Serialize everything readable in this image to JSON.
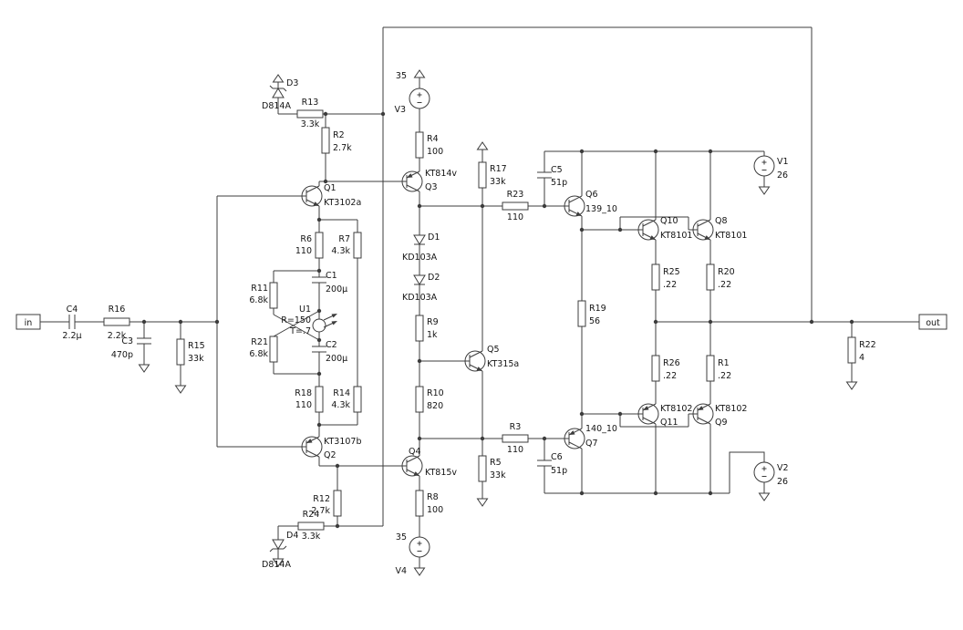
{
  "ports": {
    "in": "in",
    "out": "out"
  },
  "components": {
    "C4": {
      "name": "C4",
      "value": "2.2µ"
    },
    "R16": {
      "name": "R16",
      "value": "2.2k"
    },
    "C3": {
      "name": "C3",
      "value": "470p"
    },
    "R15": {
      "name": "R15",
      "value": "33k"
    },
    "D3": {
      "name": "D3",
      "value": "D814A"
    },
    "R13": {
      "name": "R13",
      "value": "3.3k"
    },
    "R2": {
      "name": "R2",
      "value": "2.7k"
    },
    "Q1": {
      "name": "Q1",
      "value": "KT3102a"
    },
    "R6": {
      "name": "R6",
      "value": "110"
    },
    "R7": {
      "name": "R7",
      "value": "4.3k"
    },
    "R11": {
      "name": "R11",
      "value": "6.8k"
    },
    "C1": {
      "name": "C1",
      "value": "200µ"
    },
    "U1": {
      "name": "U1",
      "value": "R=150",
      "value2": "T=.7"
    },
    "R21": {
      "name": "R21",
      "value": "6.8k"
    },
    "C2": {
      "name": "C2",
      "value": "200µ"
    },
    "R18": {
      "name": "R18",
      "value": "110"
    },
    "R14": {
      "name": "R14",
      "value": "4.3k"
    },
    "Q2": {
      "name": "Q2",
      "value": "KT3107b"
    },
    "R12": {
      "name": "R12",
      "value": "2.7k"
    },
    "R24": {
      "name": "R24",
      "value": "3.3k"
    },
    "D4": {
      "name": "D4",
      "value": "D814A"
    },
    "V3": {
      "name": "V3",
      "value": "35"
    },
    "R4": {
      "name": "R4",
      "value": "100"
    },
    "Q3": {
      "name": "Q3",
      "value": "KT814v"
    },
    "D1": {
      "name": "D1",
      "value": "KD103A"
    },
    "D2": {
      "name": "D2",
      "value": "KD103A"
    },
    "R9": {
      "name": "R9",
      "value": "1k"
    },
    "R10": {
      "name": "R10",
      "value": "820"
    },
    "Q4": {
      "name": "Q4",
      "value": "KT815v"
    },
    "R8": {
      "name": "R8",
      "value": "100"
    },
    "V4": {
      "name": "V4",
      "value": "35"
    },
    "R17": {
      "name": "R17",
      "value": "33k"
    },
    "R23": {
      "name": "R23",
      "value": "110"
    },
    "Q5": {
      "name": "Q5",
      "value": "KT315a"
    },
    "R5": {
      "name": "R5",
      "value": "33k"
    },
    "R3": {
      "name": "R3",
      "value": "110"
    },
    "C5": {
      "name": "C5",
      "value": "51p"
    },
    "C6": {
      "name": "C6",
      "value": "51p"
    },
    "Q6": {
      "name": "Q6",
      "value": "139_10"
    },
    "Q7": {
      "name": "Q7",
      "value": "140_10"
    },
    "R19": {
      "name": "R19",
      "value": "56"
    },
    "Q10": {
      "name": "Q10",
      "value": "KT8101"
    },
    "Q8": {
      "name": "Q8",
      "value": "KT8101"
    },
    "R25": {
      "name": "R25",
      "value": ".22"
    },
    "R20": {
      "name": "R20",
      "value": ".22"
    },
    "R26": {
      "name": "R26",
      "value": ".22"
    },
    "R1": {
      "name": "R1",
      "value": ".22"
    },
    "Q11": {
      "name": "Q11",
      "value": "KT8102"
    },
    "Q9": {
      "name": "Q9",
      "value": "KT8102"
    },
    "V1": {
      "name": "V1",
      "value": "26"
    },
    "V2": {
      "name": "V2",
      "value": "26"
    },
    "R22": {
      "name": "R22",
      "value": "4"
    }
  }
}
